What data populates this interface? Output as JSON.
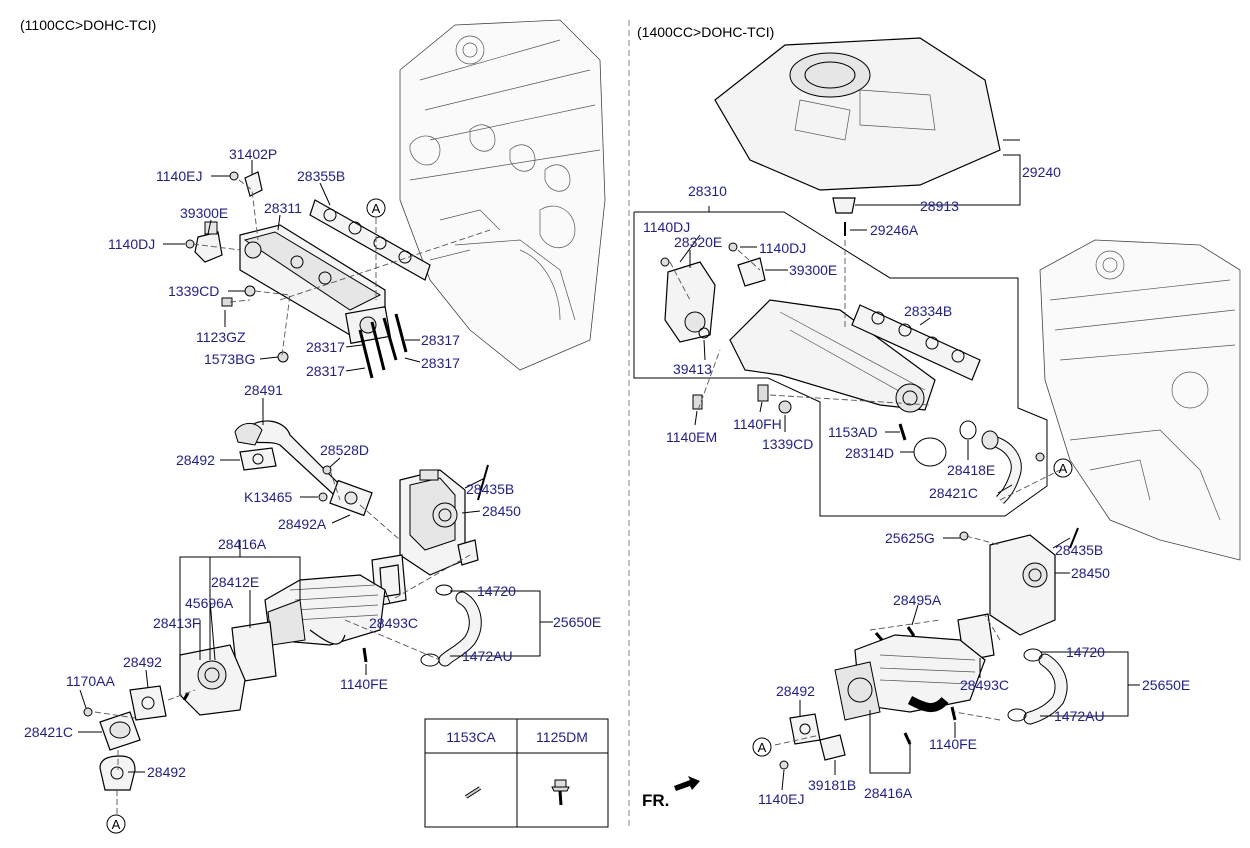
{
  "sections": {
    "left_title": "(1100CC>DOHC-TCI)",
    "right_title": "(1400CC>DOHC-TCI)"
  },
  "left_labels": {
    "l31402P": "31402P",
    "l1140EJ": "1140EJ",
    "l28355B": "28355B",
    "l39300E": "39300E",
    "l28311": "28311",
    "l1140DJ": "1140DJ",
    "l1339CD": "1339CD",
    "l1123GZ": "1123GZ",
    "l28317a": "28317",
    "l28317b": "28317",
    "l28317c": "28317",
    "l28317d": "28317",
    "l1573BG": "1573BG",
    "l28491": "28491",
    "l28492a": "28492",
    "l28528D": "28528D",
    "lK13465": "K13465",
    "l28435B": "28435B",
    "l28450": "28450",
    "l28492A": "28492A",
    "l28416A": "28416A",
    "l28412E": "28412E",
    "l45696A": "45696A",
    "l28413F": "28413F",
    "l28493C": "28493C",
    "l14720": "14720",
    "l25650E": "25650E",
    "l1472AU": "1472AU",
    "l28492b": "28492",
    "l1170AA": "1170AA",
    "l1140FE": "1140FE",
    "l28421C": "28421C",
    "l28492c": "28492"
  },
  "right_labels": {
    "r29240": "29240",
    "r28913": "28913",
    "r28310": "28310",
    "r1140DJa": "1140DJ",
    "r28320E": "28320E",
    "r1140DJb": "1140DJ",
    "r39300E": "39300E",
    "r29246A": "29246A",
    "r28334B": "28334B",
    "r39413": "39413",
    "r1140EM": "1140EM",
    "r1140FH": "1140FH",
    "r1339CD": "1339CD",
    "r1153AD": "1153AD",
    "r28314D": "28314D",
    "r28418E": "28418E",
    "r28421C": "28421C",
    "r25625G": "25625G",
    "r28435B": "28435B",
    "r28450": "28450",
    "r28495A": "28495A",
    "r14720": "14720",
    "r28493C": "28493C",
    "r25650E": "25650E",
    "r28492": "28492",
    "r1472AU": "1472AU",
    "r1140FE": "1140FE",
    "r1140EJ": "1140EJ",
    "r39181B": "39181B",
    "r28416A": "28416A"
  },
  "callouts": {
    "a": "A"
  },
  "legend_table": {
    "col1": "1153CA",
    "col2": "1125DM"
  },
  "orientation": {
    "fr": "FR."
  },
  "colors": {
    "label": "#1c1ca8",
    "line": "#000000",
    "divider": "#888888"
  }
}
